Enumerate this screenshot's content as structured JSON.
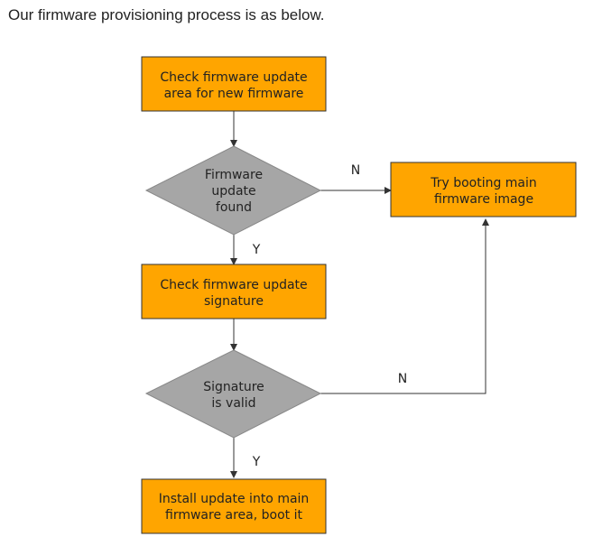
{
  "intro_text": "Our firmware provisioning process is as below.",
  "colors": {
    "process_fill": "#FFA500",
    "process_stroke": "#333333",
    "decision_fill": "#A6A6A6",
    "decision_stroke": "#888888",
    "connector": "#333333",
    "background": "#FFFFFF"
  },
  "nodes": {
    "check_area": [
      "Check firmware update",
      "area for new firmware"
    ],
    "update_found": [
      "Firmware",
      "update",
      "found"
    ],
    "try_boot": [
      "Try booting main",
      "firmware image"
    ],
    "check_signature": [
      "Check firmware update",
      "signature"
    ],
    "signature_valid": [
      "Signature",
      "is valid"
    ],
    "install": [
      "Install update into main",
      "firmware area, boot it"
    ]
  },
  "edge_labels": {
    "found_no": "N",
    "found_yes": "Y",
    "valid_no": "N",
    "valid_yes": "Y"
  }
}
